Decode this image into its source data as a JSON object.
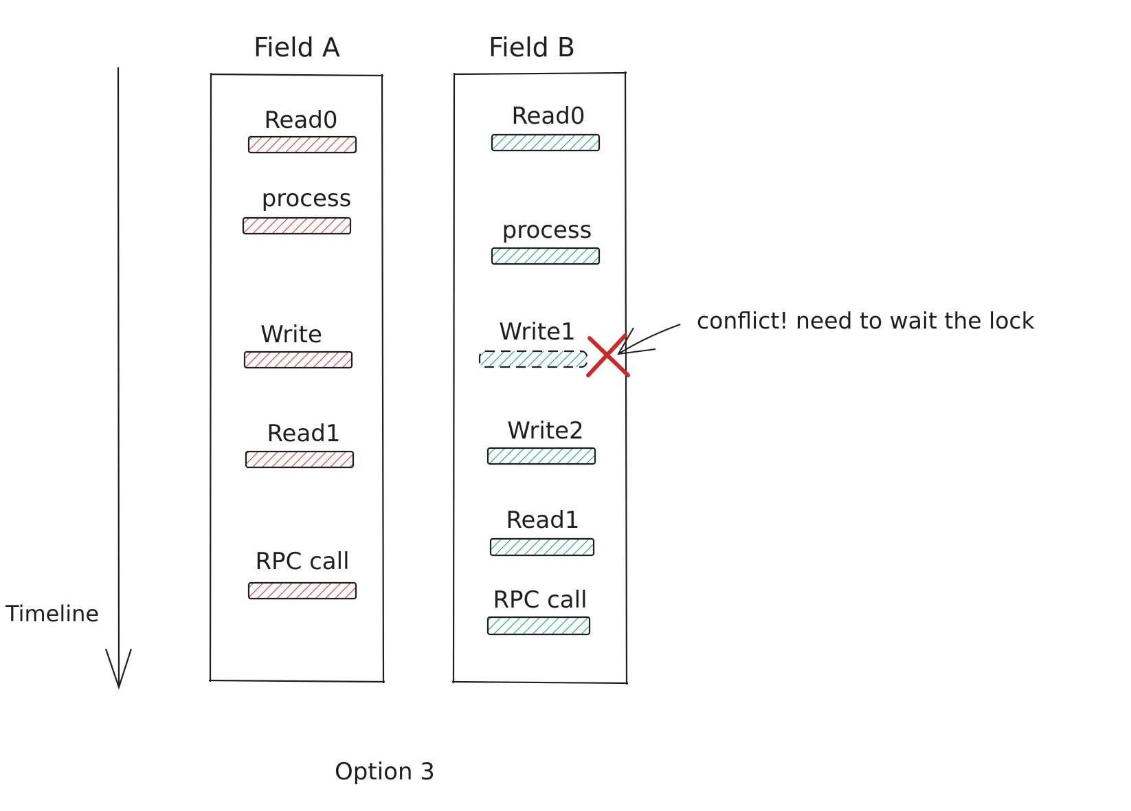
{
  "columns": [
    {
      "title": "Field A",
      "color": "#e03131",
      "steps": [
        {
          "label": "Read0",
          "style": "solid"
        },
        {
          "label": "process",
          "style": "solid"
        },
        {
          "label": "Write",
          "style": "solid"
        },
        {
          "label": "Read1",
          "style": "solid"
        },
        {
          "label": "RPC call",
          "style": "solid"
        }
      ]
    },
    {
      "title": "Field B",
      "color": "#0ca678",
      "steps": [
        {
          "label": "Read0",
          "style": "solid"
        },
        {
          "label": "process",
          "style": "solid"
        },
        {
          "label": "Write1",
          "style": "dashed",
          "blocked": true
        },
        {
          "label": "Write2",
          "style": "solid"
        },
        {
          "label": "Read1",
          "style": "solid"
        },
        {
          "label": "RPC call",
          "style": "solid"
        }
      ]
    }
  ],
  "timeline": {
    "label": "Timeline",
    "direction": "down"
  },
  "annotation": {
    "text": "conflict! need to wait the lock",
    "icon": "cross-icon",
    "icon_color": "#c92a2a"
  },
  "caption": "Option 3"
}
